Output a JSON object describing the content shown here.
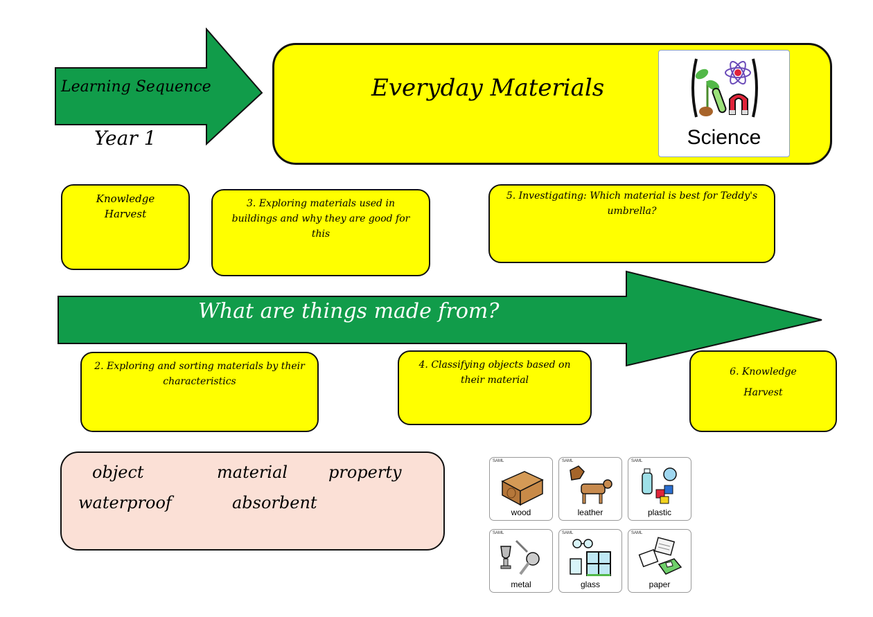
{
  "header": {
    "arrow_label": "Learning Sequence",
    "year": "Year 1",
    "title": "Everyday Materials",
    "science_label": "Science"
  },
  "lessons": {
    "l1": "Knowledge Harvest",
    "l2": "2. Exploring and sorting materials by their characteristics",
    "l3": "3. Exploring materials used in buildings and why they are good for this",
    "l4": "4. Classifying objects based on their material",
    "l5": "5. Investigating: Which material is best for Teddy's umbrella?",
    "l6_line1": "6. Knowledge",
    "l6_line2": "Harvest"
  },
  "big_question": "What are things made from?",
  "vocabulary": {
    "w1": "object",
    "w2": "material",
    "w3": "property",
    "w4": "waterproof",
    "w5": "absorbent"
  },
  "symbols": {
    "tag": "SAML",
    "items": [
      "wood",
      "leather",
      "plastic",
      "metal",
      "glass",
      "paper"
    ]
  },
  "colors": {
    "yellow": "#ffff00",
    "green": "#119c4a",
    "vocab_bg": "#fbe0d6"
  }
}
